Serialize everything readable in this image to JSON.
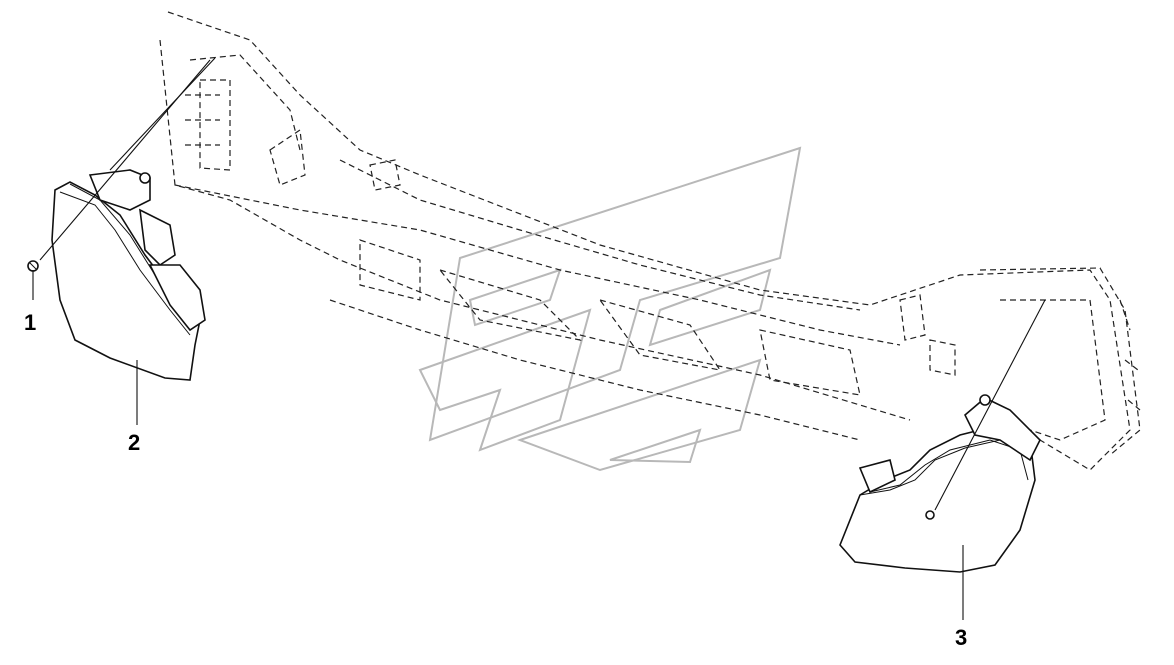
{
  "callouts": [
    {
      "id": "1",
      "label": "1"
    },
    {
      "id": "2",
      "label": "2"
    },
    {
      "id": "3",
      "label": "3"
    }
  ],
  "parts": [
    {
      "callout": "1",
      "icon": "mounting-bolt-icon"
    },
    {
      "callout": "2",
      "icon": "left-headlamp-icon"
    },
    {
      "callout": "3",
      "icon": "right-headlamp-icon"
    }
  ],
  "background": {
    "icon": "front-frame-crossmember-icon",
    "style": "dashed-outline"
  },
  "watermark": {
    "icon": "logo-watermark",
    "color": "#b8b8b8"
  },
  "colors": {
    "line": "#111111",
    "background": "#ffffff"
  }
}
